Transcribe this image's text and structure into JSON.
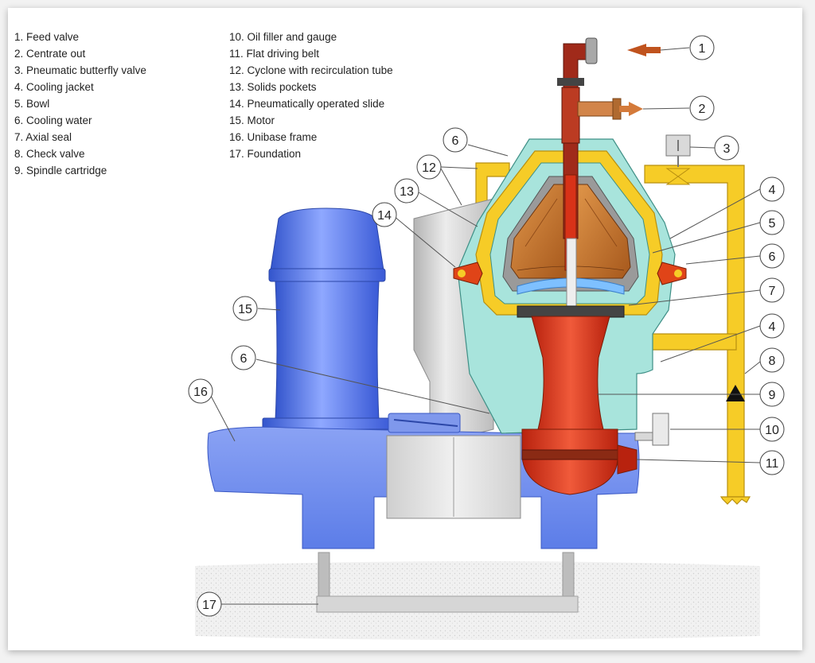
{
  "legend": {
    "left": [
      "1. Feed valve",
      "2. Centrate out",
      "3. Pneumatic butterfly valve",
      "4. Cooling jacket",
      "5. Bowl",
      "6. Cooling water",
      "7. Axial seal",
      "8. Check valve",
      "9. Spindle cartridge"
    ],
    "right": [
      "10. Oil filler and gauge",
      "11. Flat driving belt",
      "12. Cyclone with recirculation tube",
      "13. Solids pockets",
      "14. Pneumatically operated slide",
      "15. Motor",
      "16. Unibase frame",
      "17. Foundation"
    ]
  },
  "callouts": [
    "1",
    "2",
    "3",
    "4",
    "5",
    "6",
    "7",
    "4",
    "8",
    "9",
    "10",
    "11",
    "6",
    "12",
    "13",
    "14",
    "15",
    "6",
    "16",
    "17"
  ],
  "colors": {
    "motor": "#4a6fe0",
    "frame": "#6f8ff0",
    "housing": "#a8e4dc",
    "jacket": "#f6cc27",
    "bowl": "#c8742a",
    "spindle": "#d83218",
    "cyclone": "#c9c9c9",
    "feed_pipe": "#a02a1a",
    "arrow": "#c0531e"
  }
}
